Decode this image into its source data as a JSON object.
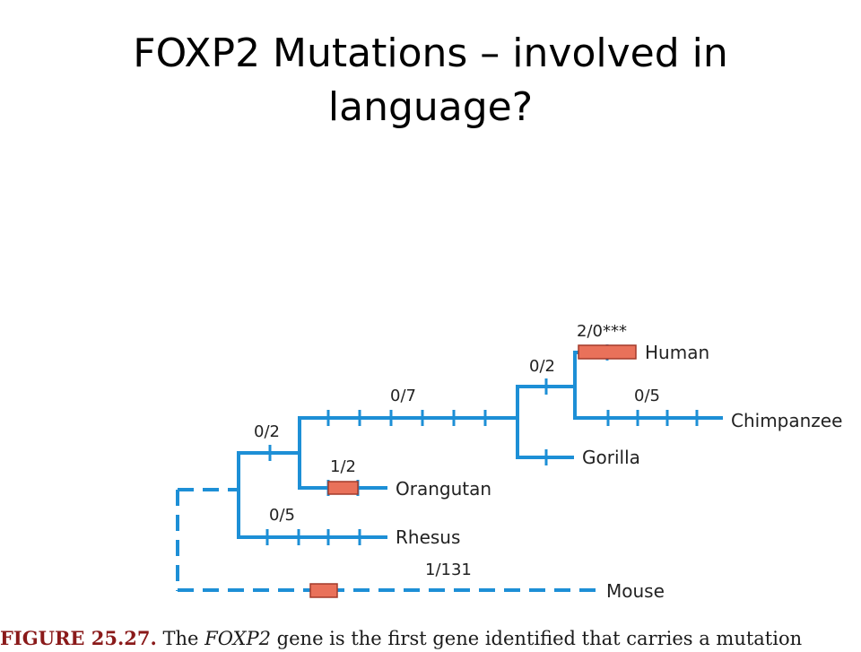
{
  "title": {
    "line1": "FOXP2 Mutations – involved in",
    "line2": "language?"
  },
  "diagram": {
    "colors": {
      "branch": "#1d8fd6",
      "mutation_box": "#e9715a",
      "mutation_box_border": "#a33a2a",
      "text": "#222222"
    },
    "species": {
      "human": "Human",
      "chimpanzee": "Chimpanzee",
      "gorilla": "Gorilla",
      "orangutan": "Orangutan",
      "rhesus": "Rhesus",
      "mouse": "Mouse"
    },
    "branch_labels": {
      "human": "2/0***",
      "chimp_human_stem": "0/2",
      "chimpanzee": "0/5",
      "great_ape_stem": "0/7",
      "hominid_stem": "0/2",
      "orangutan": "1/2",
      "rhesus": "0/5",
      "mouse": "1/131"
    }
  },
  "caption": {
    "figure_number": "FIGURE 25.27.",
    "text_before": " The ",
    "gene": "FOXP2",
    "text_after": " gene is the first gene identified that carries a mutation"
  }
}
